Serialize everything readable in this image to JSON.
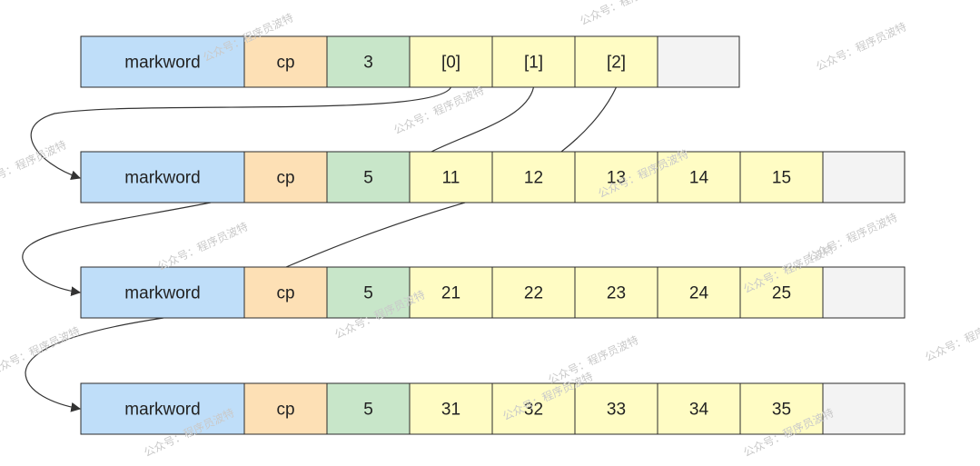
{
  "colors": {
    "markword": "#bfdef9",
    "cp": "#fde0b5",
    "count": "#c8e6c9",
    "element": "#fffcc4",
    "empty": "#f3f3f3",
    "border": "#2b2b2b",
    "arrow": "#333333"
  },
  "rows": [
    {
      "id": "outer",
      "markword": "markword",
      "cp": "cp",
      "length": "3",
      "elements": [
        "[0]",
        "[1]",
        "[2]"
      ]
    },
    {
      "id": "inner-0",
      "markword": "markword",
      "cp": "cp",
      "length": "5",
      "elements": [
        "11",
        "12",
        "13",
        "14",
        "15"
      ]
    },
    {
      "id": "inner-1",
      "markword": "markword",
      "cp": "cp",
      "length": "5",
      "elements": [
        "21",
        "22",
        "23",
        "24",
        "25"
      ]
    },
    {
      "id": "inner-2",
      "markword": "markword",
      "cp": "cp",
      "length": "5",
      "elements": [
        "31",
        "32",
        "33",
        "34",
        "35"
      ]
    }
  ],
  "watermark": "公众号：程序员波特"
}
